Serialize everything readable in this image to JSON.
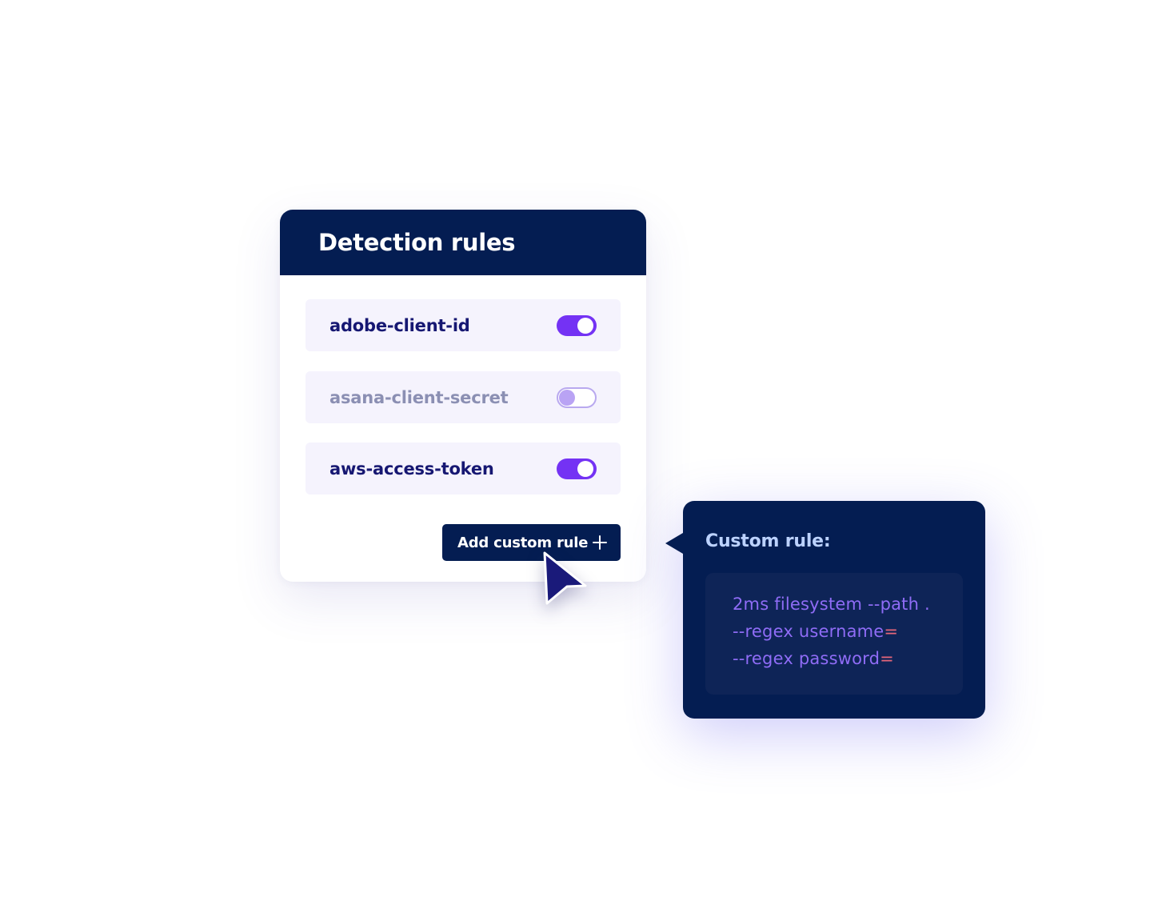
{
  "rules_panel": {
    "title": "Detection rules",
    "rules": [
      {
        "label": "adobe-client-id",
        "enabled": true
      },
      {
        "label": "asana-client-secret",
        "enabled": false
      },
      {
        "label": "aws-access-token",
        "enabled": true
      }
    ],
    "add_button_label": "Add custom rule",
    "add_button_icon": "plus-icon"
  },
  "custom_rule": {
    "title": "Custom rule:",
    "lines": [
      {
        "text": "2ms filesystem --path .",
        "suffix": ""
      },
      {
        "text": "--regex username",
        "suffix": "="
      },
      {
        "text": "--regex password",
        "suffix": "="
      }
    ]
  },
  "colors": {
    "navy": "#041d52",
    "accent_purple": "#7432f4",
    "rule_row_bg": "#f5f3fd",
    "code_text": "#8f6cf6",
    "code_equals": "#e5667a",
    "cursor_fill": "#1a1a7a"
  },
  "icons": {
    "cursor": "mouse-pointer-icon",
    "plus": "plus-icon"
  }
}
